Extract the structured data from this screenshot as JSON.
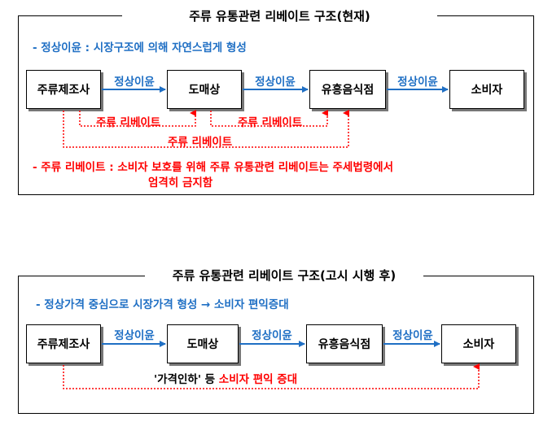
{
  "panel_current": {
    "title": "주류 유통관련 리베이트 구조(현재)",
    "note_normal": "- 정상이윤 : 시장구조에 의해 자연스럽게 형성",
    "boxes": [
      "주류제조사",
      "도매상",
      "유흥음식점",
      "소비자"
    ],
    "flow_label": "정상이윤",
    "rebate_label": "주류 리베이트",
    "note_rebate_line1": "- 주류 리베이트 : 소비자 보호를 위해 주류 유통관련 리베이트는 주세법령에서",
    "note_rebate_line2": "엄격히 금지함"
  },
  "panel_after": {
    "title": "주류 유통관련 리베이트 구조(고시 시행 후)",
    "note": "- 정상가격 중심으로 시장가격 형성 → 소비자 편익증대",
    "boxes": [
      "주류제조사",
      "도매상",
      "유흥음식점",
      "소비자"
    ],
    "flow_label": "정상이윤",
    "bottom_label_black": "'가격인하' 등",
    "bottom_label_red": "소비자 편익 증대"
  },
  "colors": {
    "flow_blue": "#1f6fc4",
    "rebate_red": "#ff0000",
    "border": "#000000"
  }
}
